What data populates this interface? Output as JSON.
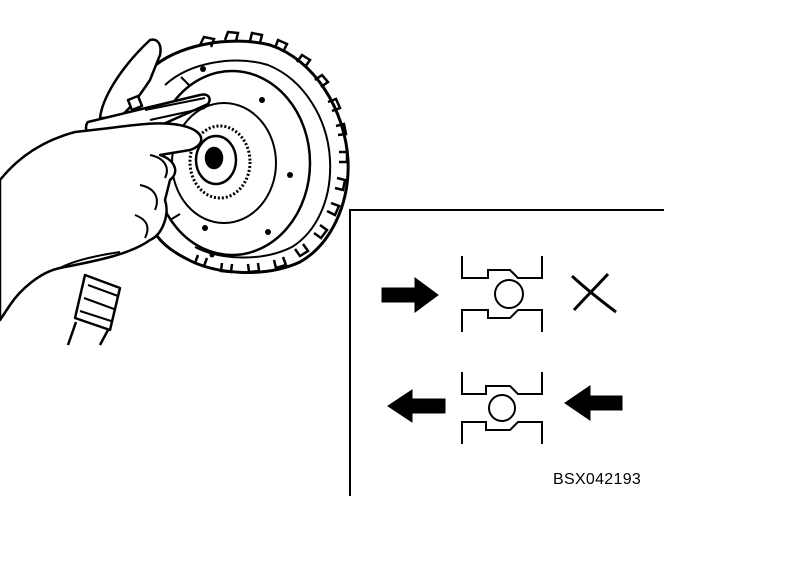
{
  "figure": {
    "code": "BSX042193"
  },
  "inset": {
    "rows": [
      {
        "arrows": "right-in",
        "valve": "blocked",
        "mark": "x"
      },
      {
        "arrows": "left-out-and-left-in",
        "valve": "open",
        "mark": "none"
      }
    ]
  },
  "colors": {
    "line": "#000000",
    "background": "#ffffff"
  }
}
